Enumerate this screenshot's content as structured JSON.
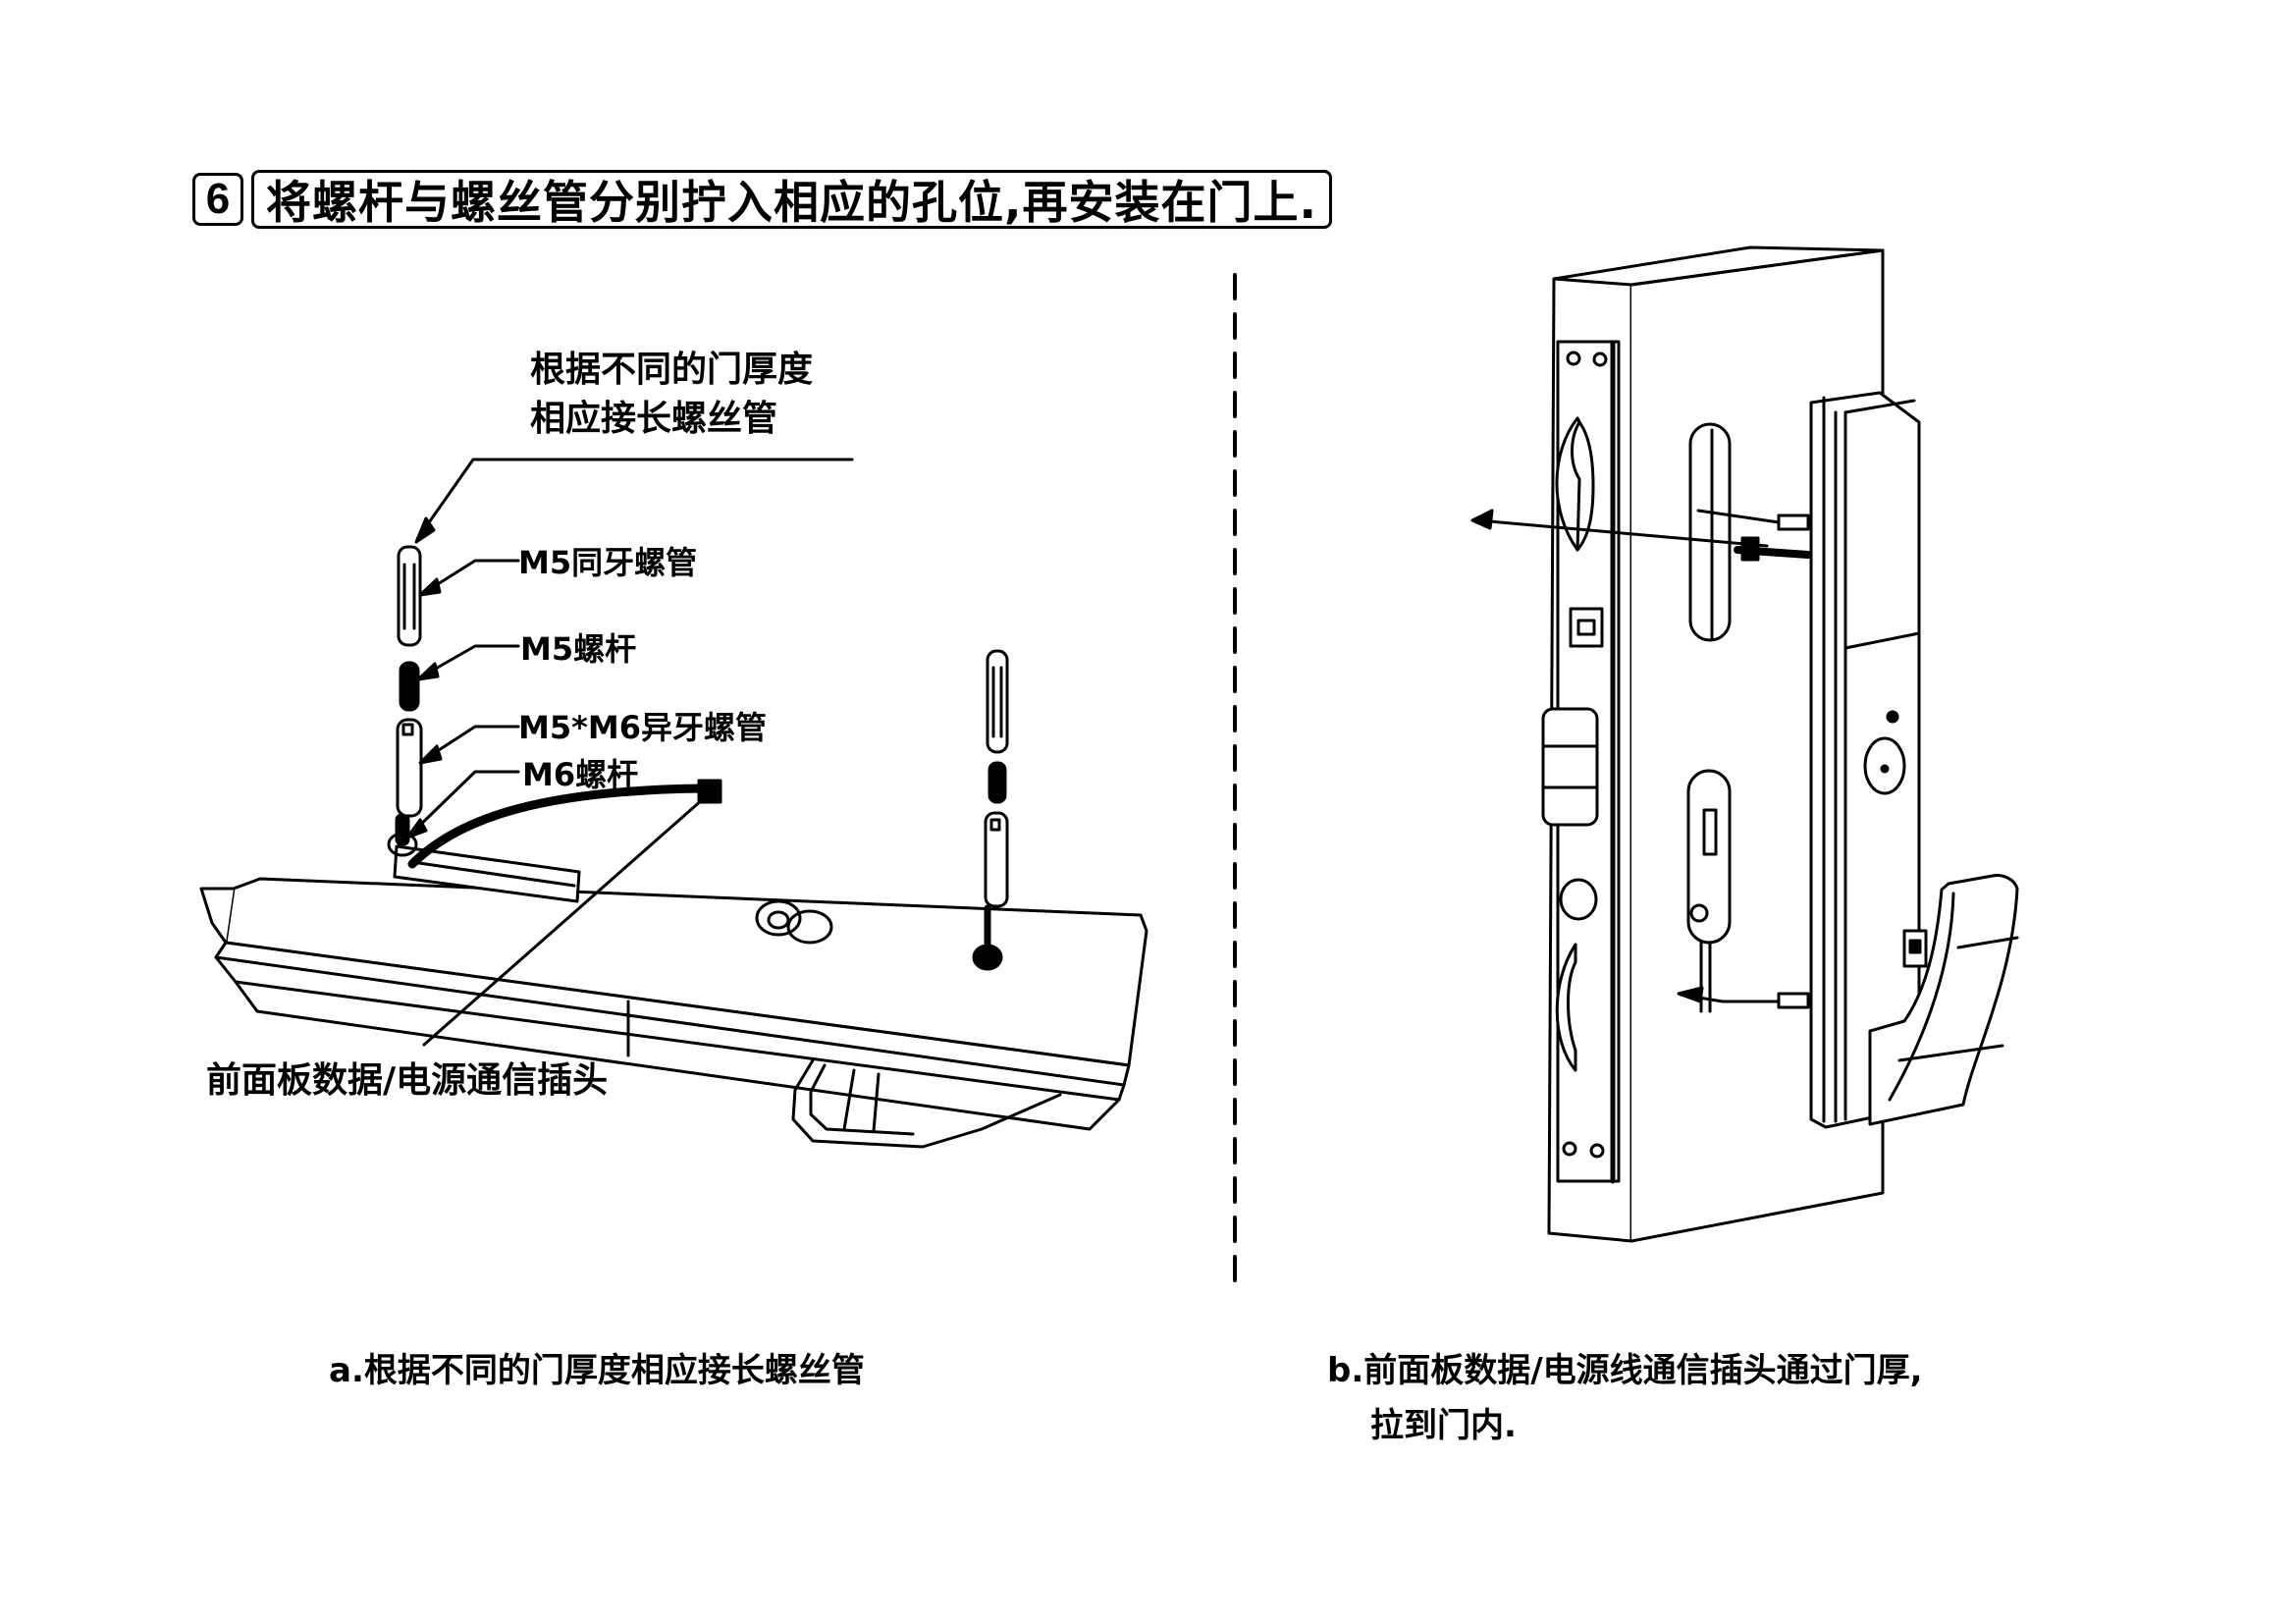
{
  "header": {
    "step_number": "6",
    "title": "将螺杆与螺丝管分别拧入相应的孔位,再安装在门上."
  },
  "left_panel": {
    "callout_main_line1": "根据不同的门厚度",
    "callout_main_line2": "相应接长螺丝管",
    "parts": [
      {
        "label": "M5同牙螺管"
      },
      {
        "label": "M5螺杆"
      },
      {
        "label": "M5*M6异牙螺管"
      },
      {
        "label": "M6螺杆"
      }
    ],
    "connector_label": "前面板数据/电源通信插头",
    "caption": "a.根据不同的门厚度相应接长螺丝管"
  },
  "right_panel": {
    "caption_line1": "b.前面板数据/电源线通信插头通过门厚,",
    "caption_line2": "拉到门内."
  },
  "divider": {
    "style": "dashed"
  }
}
